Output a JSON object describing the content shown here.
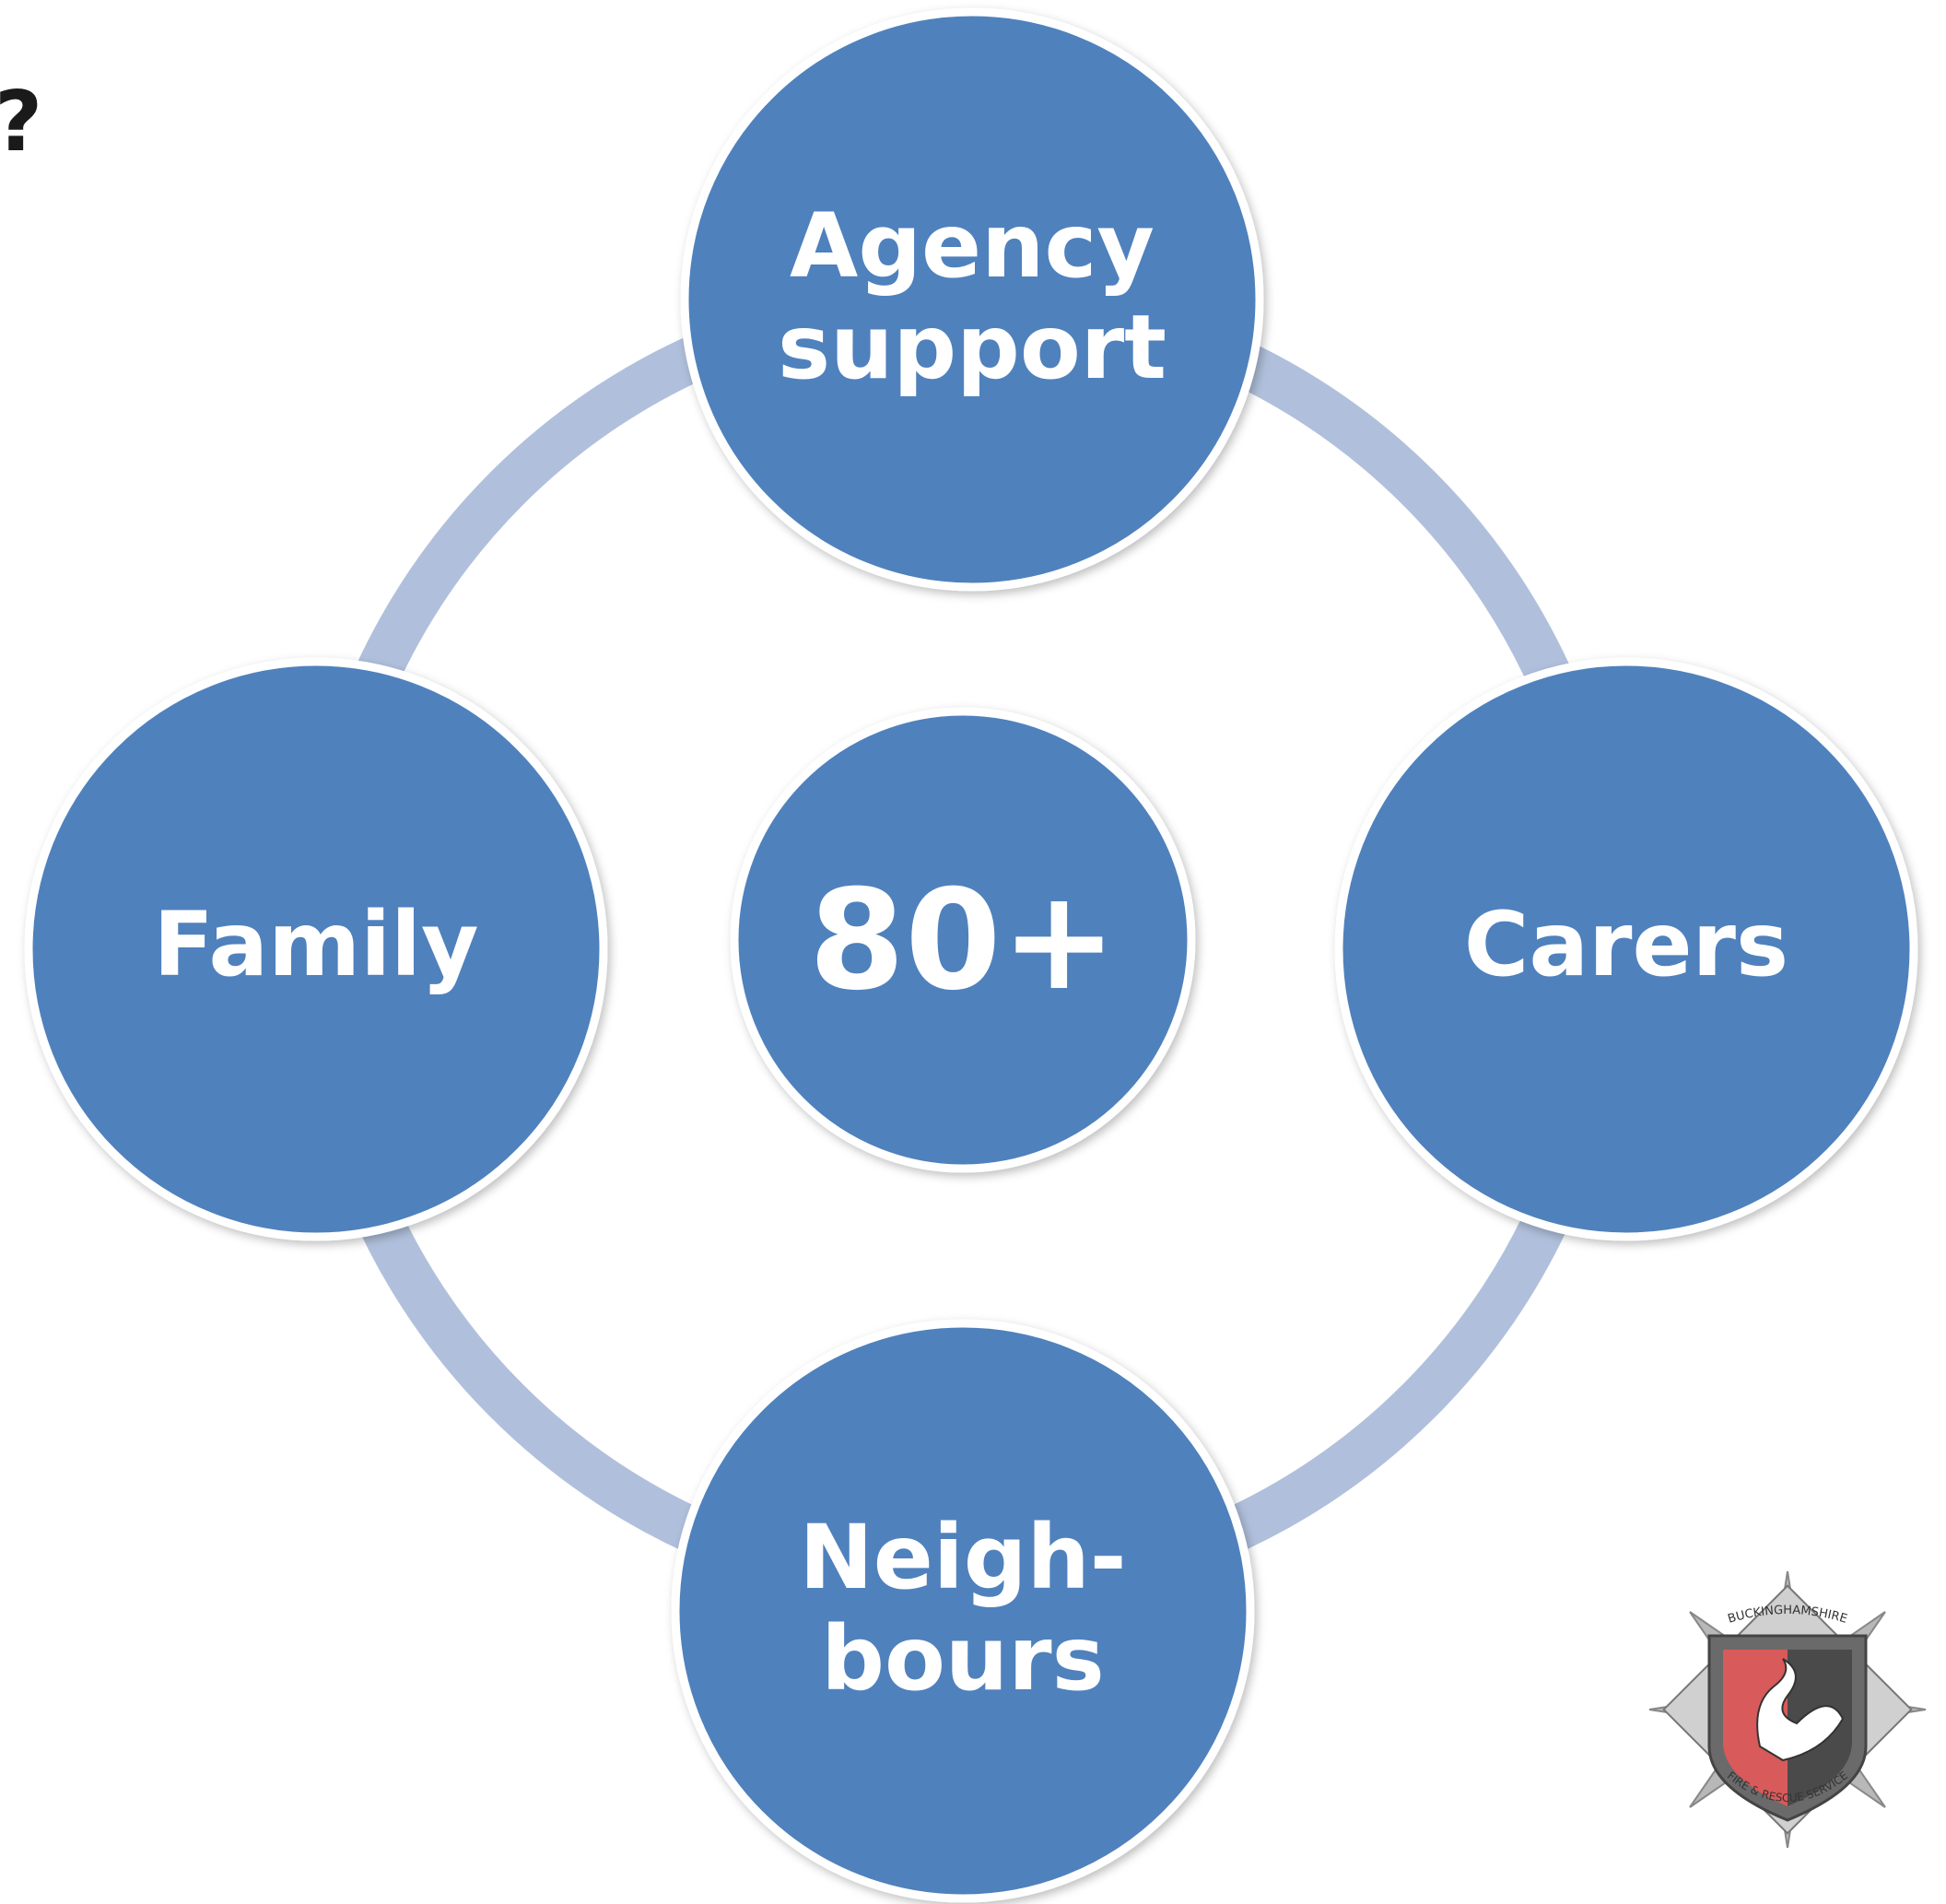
{
  "partial_heading": "?",
  "diagram": {
    "center": {
      "label": "80+"
    },
    "nodes": [
      {
        "id": "agency",
        "lines": [
          "Agency",
          "support"
        ]
      },
      {
        "id": "carers",
        "lines": [
          "Carers"
        ]
      },
      {
        "id": "neighbours",
        "lines": [
          "Neigh-",
          "bours"
        ]
      },
      {
        "id": "family",
        "lines": [
          "Family"
        ]
      }
    ]
  },
  "colors": {
    "node_fill": "#4F81BD",
    "ring": "#B0C0DC",
    "text": "#FFFFFF"
  },
  "logo": {
    "top_text": "BUCKINGHAMSHIRE",
    "bottom_text": "FIRE & RESCUE SERVICE"
  }
}
